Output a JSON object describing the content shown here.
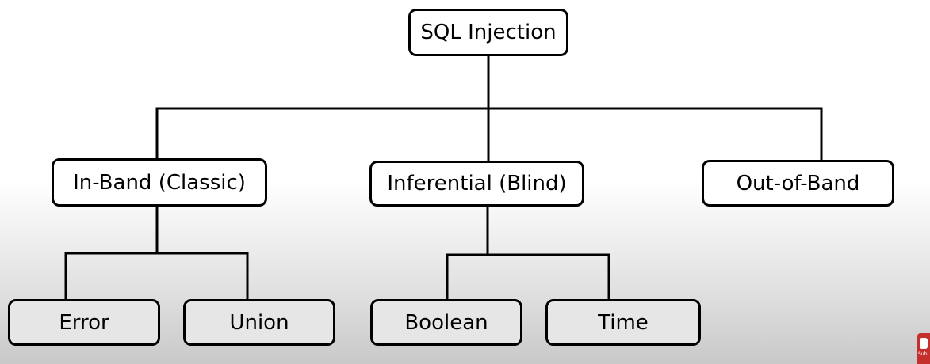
{
  "diagram": {
    "root": {
      "label": "SQL Injection"
    },
    "categories": [
      {
        "label": "In-Band (Classic)"
      },
      {
        "label": "Inferential (Blind)"
      },
      {
        "label": "Out-of-Band"
      }
    ],
    "leaves": [
      {
        "label": "Error"
      },
      {
        "label": "Union"
      },
      {
        "label": "Boolean"
      },
      {
        "label": "Time"
      }
    ],
    "colors": {
      "line": "#000000",
      "box_border": "#000000",
      "top_box_fill": "#ffffff",
      "leaf_box_fill": "#e6e6e6"
    }
  },
  "overlay": {
    "subscribe_badge": {
      "icon": "subscribe-icon",
      "label": "Sub",
      "color": "#c4302b"
    }
  }
}
